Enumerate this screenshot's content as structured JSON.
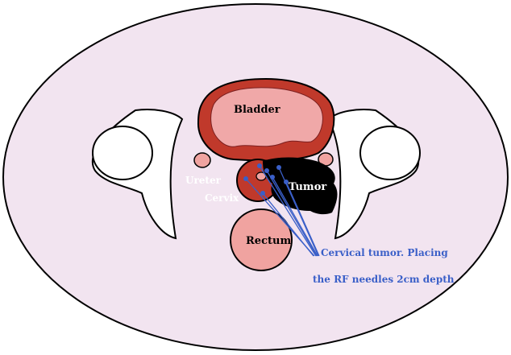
{
  "labels": {
    "bladder": "Bladder",
    "ureter": "Ureter",
    "cervix": "Cervix",
    "tumor": "Tumor",
    "rectum": "Rectum",
    "caption_line1": "Cervical tumor. Placing",
    "caption_line2": "the RF needles 2cm depth"
  },
  "colors": {
    "body": "#f2e4f0",
    "outline": "#000000",
    "bladder_wall": "#c0392b",
    "bladder_lumen": "#f0a8a8",
    "organ_pink": "#f0a3a0",
    "cervix_red": "#c0392b",
    "tumor": "#000000",
    "needle": "#3a5fc8",
    "caption": "#3a5fc8",
    "bone": "#ffffff"
  }
}
